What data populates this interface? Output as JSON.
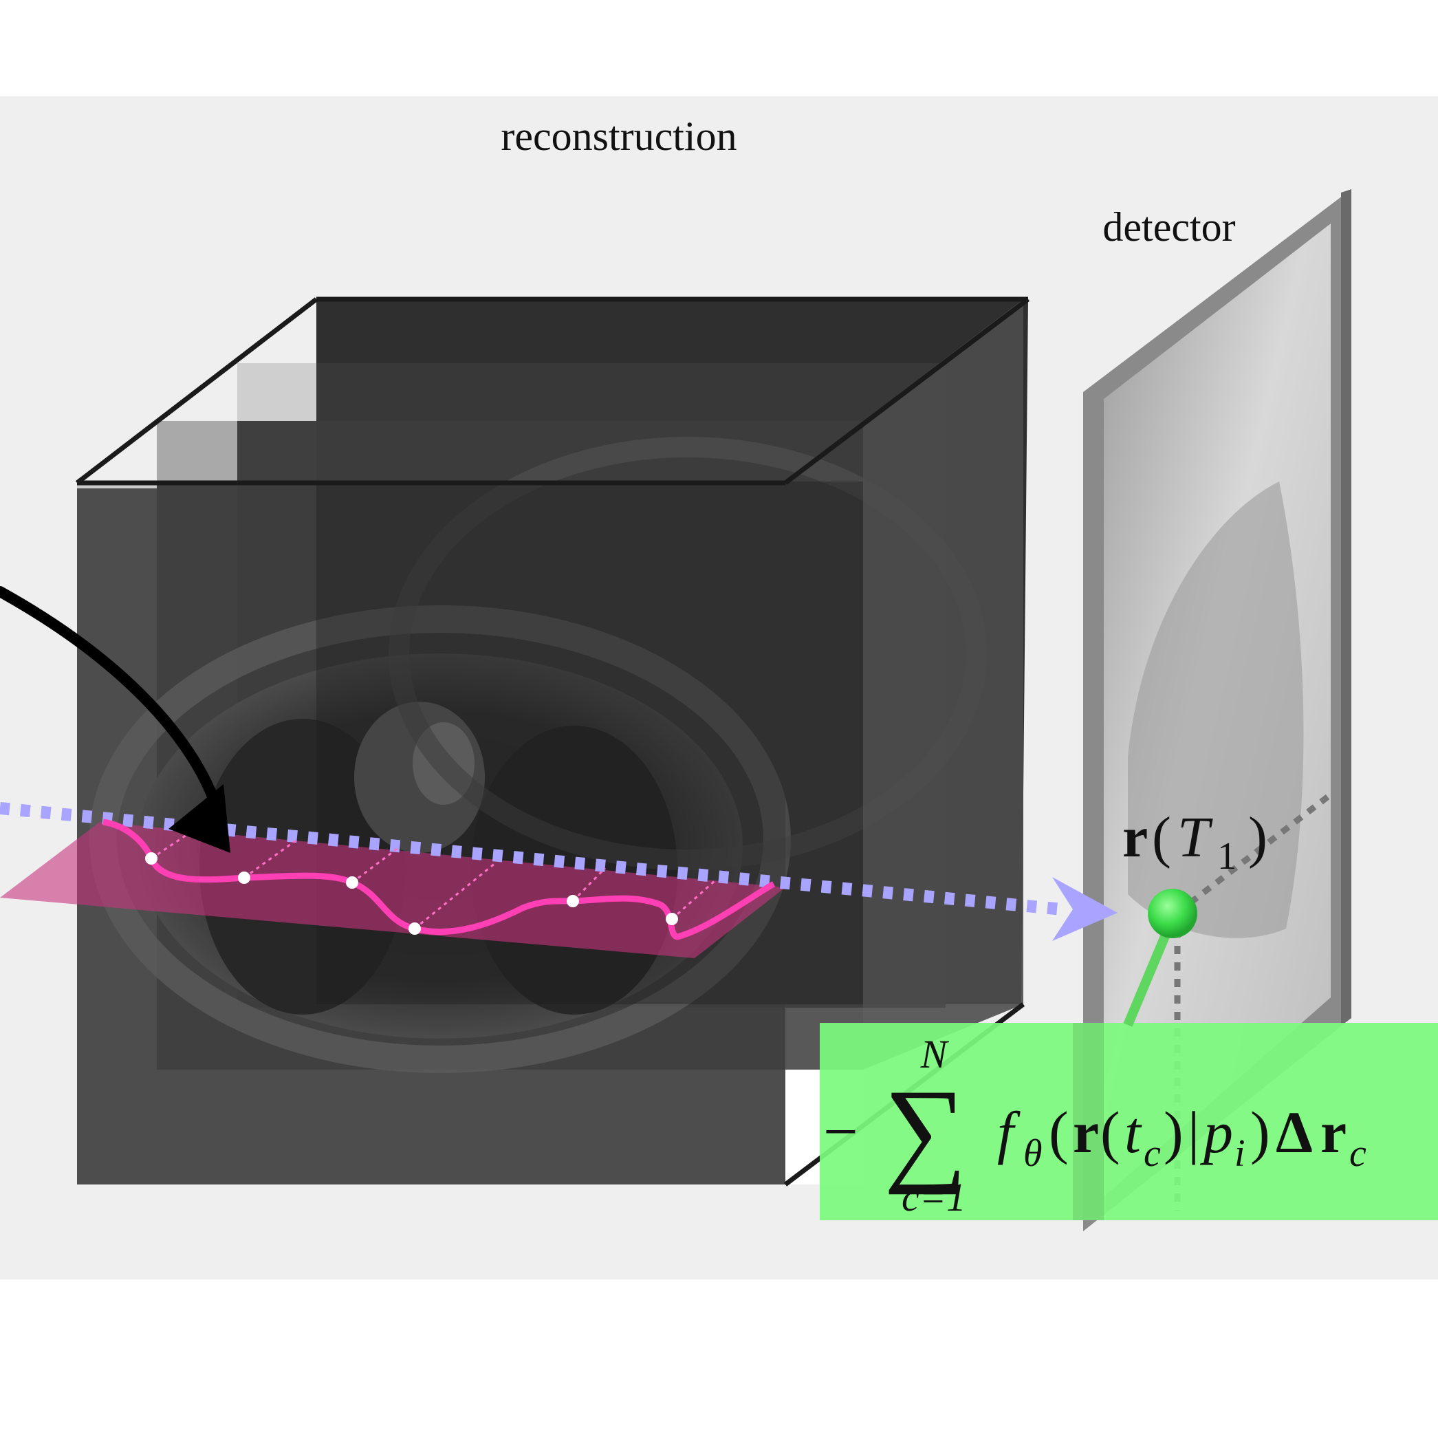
{
  "labels": {
    "reconstruction": "reconstruction",
    "detector": "detector"
  },
  "equations": {
    "ray_point": {
      "bold_r": "r",
      "open_paren": "(",
      "symbol": "T",
      "subscript": "1",
      "close_paren": ")"
    },
    "integral": {
      "minus": "−",
      "sum": "∑",
      "upper_limit": "N",
      "lower_limit": "c=1",
      "function": "f",
      "function_sub": "θ",
      "open1": "(",
      "bold_r": "r",
      "open2": "(",
      "t": "t",
      "t_sub": "c",
      "close2": ")",
      "bar": "|",
      "p": "p",
      "p_sub": "i",
      "close1": ")",
      "delta": "Δ",
      "bold_r2": "r",
      "r_sub": "c"
    }
  },
  "colors": {
    "page_background": "#ffffff",
    "panel_background": "#efefef",
    "volume_slice": "#3c3c3c",
    "volume_edge": "#1a1a1a",
    "detector_frame": "#8a8a8a",
    "ray_dotted": "#a9a4ff",
    "sampling_plane": "#c8367f",
    "sampling_curve": "#ff3fb4",
    "sample_point": "#ffffff",
    "ray_endpoint": "#3ddc4a",
    "formula_box": "#7dfa7d",
    "arrow": "#000000"
  },
  "icons": {
    "arrow": "curved-arrow-icon",
    "endpoint": "green-sphere-icon"
  }
}
